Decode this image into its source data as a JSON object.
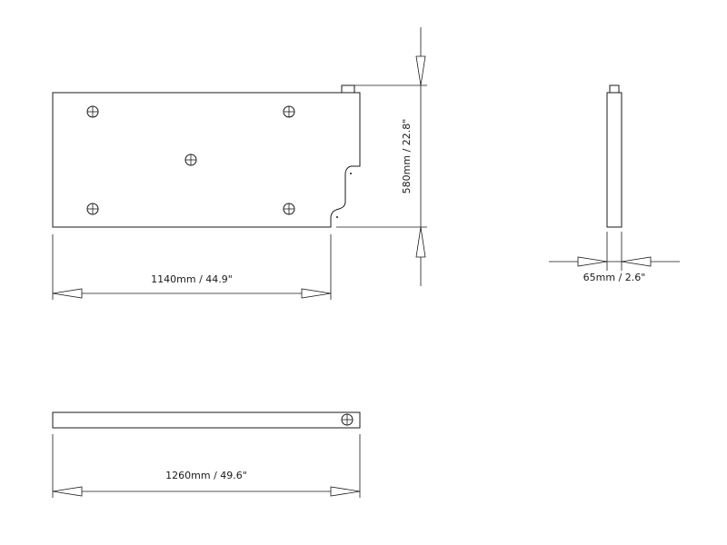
{
  "dimensions": {
    "plan_length": "1140mm / 44.9\"",
    "plan_height": "580mm / 22.8\"",
    "side_depth": "65mm / 2.6\"",
    "bottom_length": "1260mm / 49.6\""
  }
}
